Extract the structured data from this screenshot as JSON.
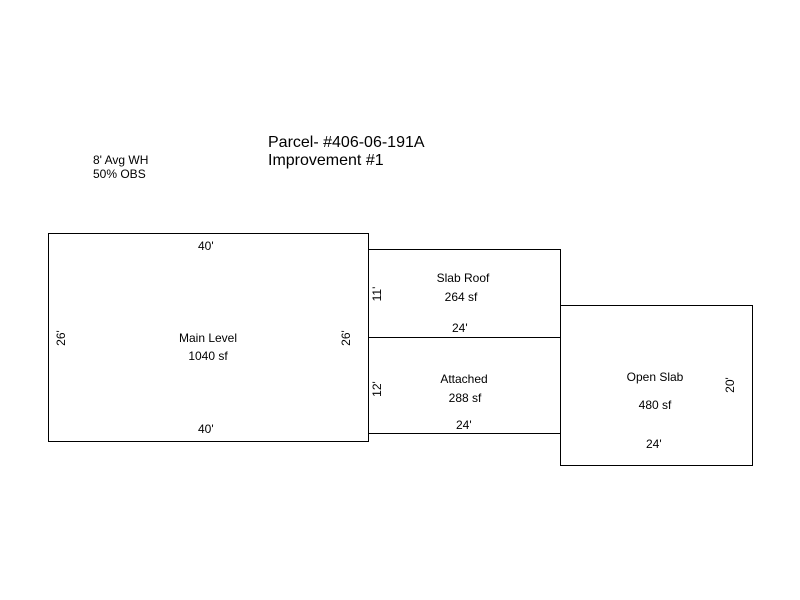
{
  "notes": {
    "line1": "8' Avg WH",
    "line2": "50% OBS"
  },
  "header": {
    "parcel": "Parcel- #406-06-191A",
    "improvement": "Improvement #1"
  },
  "areas": {
    "main_level": {
      "name": "Main Level",
      "area": "1040 sf",
      "top_dim": "40'",
      "bottom_dim": "40'",
      "left_dim": "26'",
      "right_dim": "26'"
    },
    "slab_roof": {
      "name": "Slab Roof",
      "area": "264 sf",
      "side_dim": "11'",
      "bottom_dim": "24'"
    },
    "attached": {
      "name": "Attached",
      "area": "288 sf",
      "side_dim": "12'",
      "bottom_dim": "24'"
    },
    "open_slab": {
      "name": "Open Slab",
      "area": "480 sf",
      "side_dim": "20'",
      "bottom_dim": "24'"
    }
  }
}
